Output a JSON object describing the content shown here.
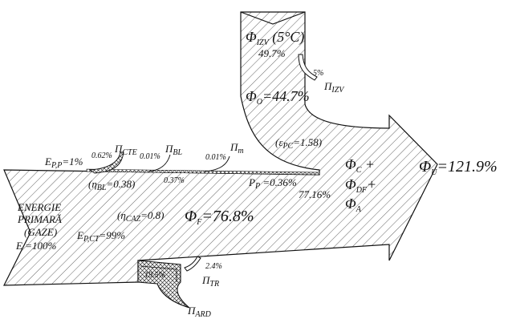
{
  "labels": {
    "phi_izv": "Φ",
    "phi_izv_sub": "IZV",
    "phi_izv_suffix": " (5°C)",
    "phi_izv_pct": "49.7%",
    "pi_izv_pct": "5%",
    "pi_izv": "Π",
    "pi_izv_sub": "IZV",
    "phi_o": "Φ",
    "phi_o_sub": "O",
    "phi_o_val": "=44.7%",
    "eps_pc": "(ε",
    "eps_pc_sub": "PC",
    "eps_pc_val": "=1.58)",
    "phi_c": "Φ",
    "phi_c_sub": "C",
    "phi_c_plus": " +",
    "phi_df": "Φ",
    "phi_df_sub": "DF",
    "phi_df_plus": "+",
    "phi_a": "Φ",
    "phi_a_sub": "A",
    "phi_u": "Φ",
    "phi_u_sub": "U",
    "phi_u_val": "=121.9%",
    "e_pp": "E",
    "e_pp_sub": "P,P",
    "e_pp_val": "=1%",
    "pct_062": "0.62%",
    "pi_cte": "Π",
    "pi_cte_sub": "CTE",
    "pct_001a": "0.01%",
    "pi_bl": "Π",
    "pi_bl_sub": "BL",
    "pct_001b": "0.01%",
    "pi_m": "Π",
    "pi_m_sub": "m",
    "eta_bl": "(η",
    "eta_bl_sub": "BL",
    "eta_bl_val": "=0.38)",
    "pct_037": "0.37%",
    "p_p": "P",
    "p_p_sub": "P",
    "p_p_val": " =0.36%",
    "pct_7716": "77.16%",
    "energie_1": "ENERGIE",
    "energie_2": "PRIMARĂ",
    "energie_3": "(GAZE)",
    "energie_4": "E =100%",
    "eta_caz": "(η",
    "eta_caz_sub": "CAZ",
    "eta_caz_val": "=0.8)",
    "phi_f": "Φ",
    "phi_f_sub": "F",
    "phi_f_val": "=76.8%",
    "e_pct": "E",
    "e_pct_sub": "P,CT",
    "e_pct_val": "=99%",
    "pct_24": "2.4%",
    "pi_tr": "Π",
    "pi_tr_sub": "TR",
    "pct_195": "19.5%",
    "pi_ard": "Π",
    "pi_ard_sub": "ARD"
  }
}
